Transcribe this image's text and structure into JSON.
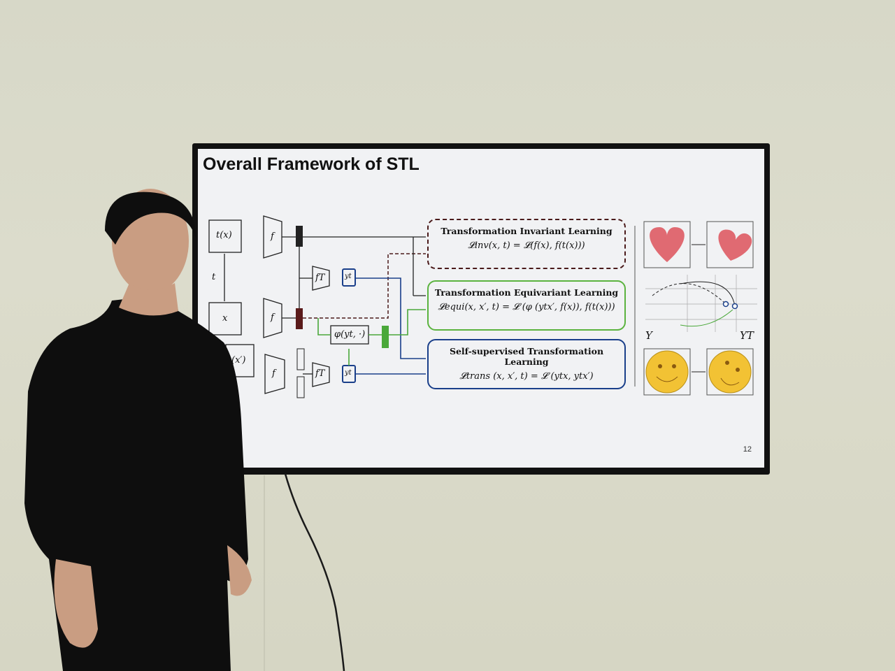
{
  "slide": {
    "title": "Overall Framework of STL",
    "page_number": "12",
    "boxes": [
      {
        "heading": "Transformation Invariant Learning",
        "formula": "𝓛inv(x, t) = 𝓛(f(x), f(t(x)))",
        "color": "#4a1a1a"
      },
      {
        "heading": "Transformation Equivariant Learning",
        "formula": "𝓛equi(x, x′, t) = 𝓛 (φ (ytx′, f(x)), f(t(x)))",
        "color": "#5bb33f"
      },
      {
        "heading": "Self-supervised Transformation Learning",
        "formula": "𝓛trans (x, x′, t) = 𝓛 (ytx, ytx′)",
        "color": "#1a3f8a"
      }
    ],
    "diagram_labels": {
      "tx": "t(x)",
      "x": "x",
      "xprime": "(x′)",
      "t": "t",
      "f": "f",
      "fT": "fT",
      "yt": "yt",
      "phi": "φ(yt, ·)",
      "Y": "Y",
      "YT": "YT"
    }
  }
}
